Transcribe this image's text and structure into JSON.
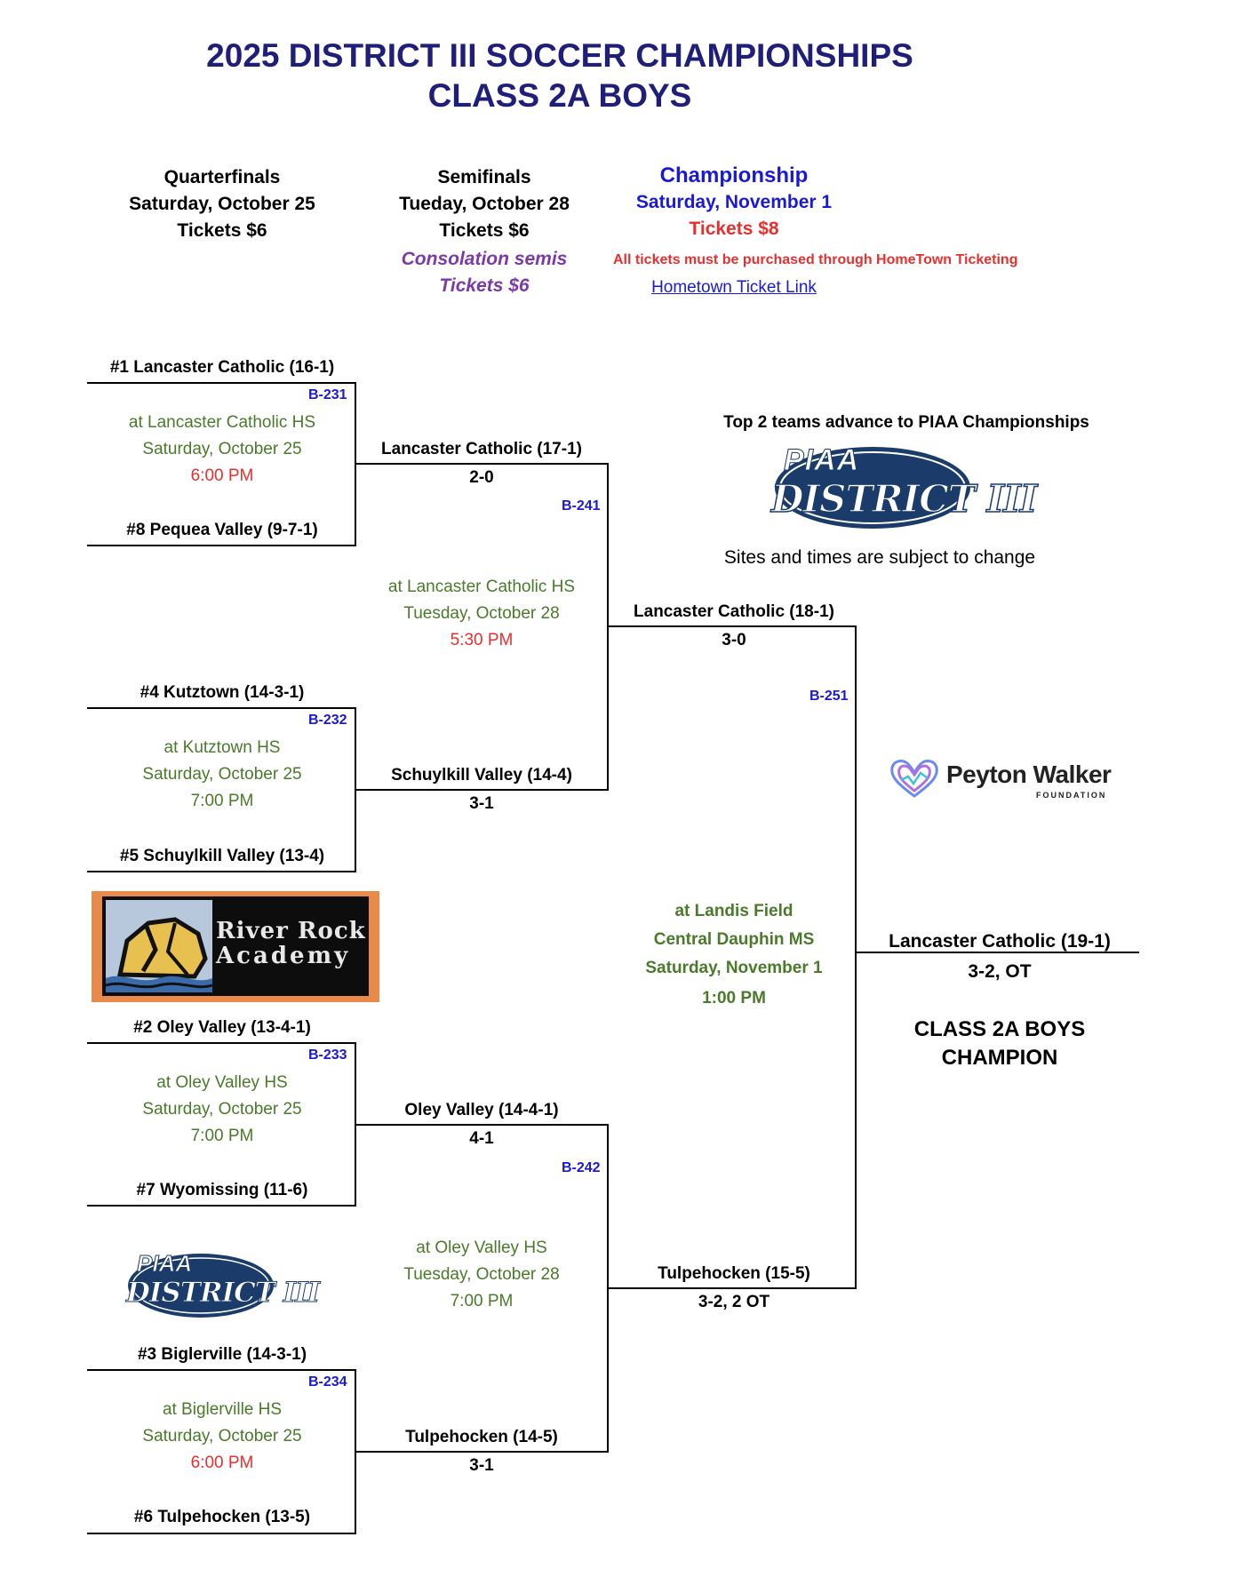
{
  "header": {
    "title_line1": "2025 DISTRICT III SOCCER CHAMPIONSHIPS",
    "title_line2": "CLASS 2A BOYS"
  },
  "rounds": {
    "quarterfinals": {
      "label": "Quarterfinals",
      "date": "Saturday, October 25",
      "tickets": "Tickets $6"
    },
    "semifinals": {
      "label": "Semifinals",
      "date": "Tueday, October 28",
      "tickets": "Tickets $6",
      "consolation": "Consolation semis",
      "consolation_tickets": "Tickets $6"
    },
    "championship": {
      "label": "Championship",
      "date": "Saturday, November 1",
      "tickets": "Tickets $8",
      "notice": "All tickets must be purchased through HomeTown Ticketing",
      "link": "Hometown Ticket Link"
    }
  },
  "notes": {
    "advance": "Top 2 teams advance to PIAA Championships",
    "subject": "Sites and times are subject to change",
    "champion_line1": "CLASS 2A BOYS",
    "champion_line2": "CHAMPION"
  },
  "logos": {
    "piaa_top": "PIAA",
    "district_top": "DISTRICT III",
    "piaa_bottom": "PIAA",
    "district_bottom": "DISTRICT III",
    "river_rock_line1": "River Rock",
    "river_rock_line2": "Academy",
    "peyton_walker": "Peyton Walker",
    "peyton_foundation": "FOUNDATION"
  },
  "quarterfinals": [
    {
      "top": "#1 Lancaster Catholic (16-1)",
      "bottom": "#8 Pequea Valley (9-7-1)",
      "game": "B-231",
      "venue": "at  Lancaster Catholic HS",
      "date": "Saturday, October 25",
      "time": "6:00 PM"
    },
    {
      "top": "#4 Kutztown (14-3-1)",
      "bottom": "#5 Schuylkill Valley (13-4)",
      "game": "B-232",
      "venue": "at Kutztown HS",
      "date": "Saturday, October 25",
      "time": "7:00 PM"
    },
    {
      "top": "#2 Oley Valley (13-4-1)",
      "bottom": "#7 Wyomissing (11-6)",
      "game": "B-233",
      "venue": "at Oley Valley HS",
      "date": "Saturday, October 25",
      "time": "7:00 PM"
    },
    {
      "top": "#3 Biglerville (14-3-1)",
      "bottom": "#6 Tulpehocken (13-5)",
      "game": "B-234",
      "venue": "at Biglerville HS",
      "date": "Saturday, October 25",
      "time": "6:00 PM"
    }
  ],
  "qf_winners": [
    {
      "team": "Lancaster Catholic (17-1)",
      "score": "2-0"
    },
    {
      "team": "Schuylkill Valley (14-4)",
      "score": "3-1"
    },
    {
      "team": "Oley Valley (14-4-1)",
      "score": "4-1"
    },
    {
      "team": "Tulpehocken (14-5)",
      "score": "3-1"
    }
  ],
  "semifinals": [
    {
      "game": "B-241",
      "venue": "at Lancaster Catholic HS",
      "date": "Tuesday, October 28",
      "time": "5:30 PM"
    },
    {
      "game": "B-242",
      "venue": "at Oley Valley HS",
      "date": "Tuesday, October 28",
      "time": "7:00 PM"
    }
  ],
  "sf_winners": [
    {
      "team": "Lancaster Catholic (18-1)",
      "score": "3-0"
    },
    {
      "team": "Tulpehocken (15-5)",
      "score": "3-2, 2 OT"
    }
  ],
  "final": {
    "game": "B-251",
    "venue1": "at Landis Field",
    "venue2": "Central Dauphin MS",
    "date": "Saturday, November 1",
    "time": "1:00 PM",
    "champion": "Lancaster Catholic (19-1)",
    "score": "3-2, OT"
  }
}
